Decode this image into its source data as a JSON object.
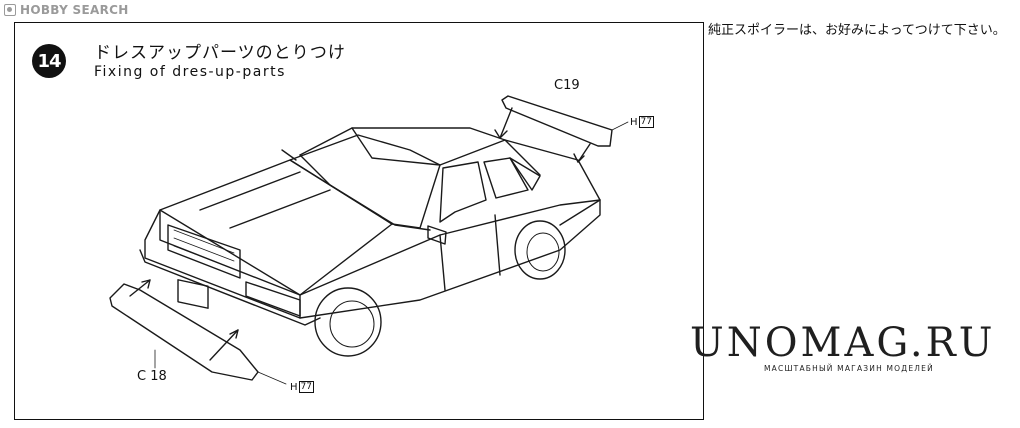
{
  "watermark": {
    "text": "HOBBY SEARCH",
    "icon": "hobby-search-logo-icon"
  },
  "step": {
    "number": "14",
    "title_jp": "ドレスアップパーツのとりつけ",
    "title_en": "Fixing of dres-up-parts"
  },
  "note_jp": "純正スポイラーは、お好みによってつけて下さい。",
  "parts": {
    "rear_spoiler": {
      "label": "C19",
      "glue_prefix": "H",
      "glue_code": "77"
    },
    "front_spoiler": {
      "label": "C 18",
      "glue_prefix": "H",
      "glue_code": "77"
    }
  },
  "store": {
    "name": "UNOMAG.RU",
    "tagline": "МАСШТАБНЫЙ МАГАЗИН МОДЕЛЕЙ"
  }
}
